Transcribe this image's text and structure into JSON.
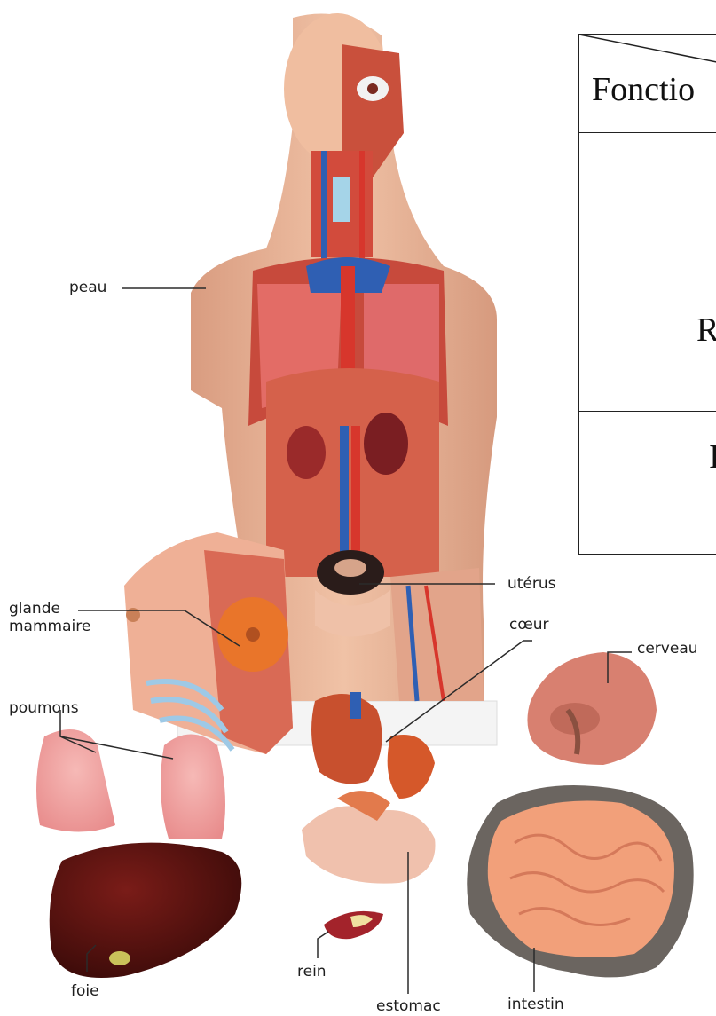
{
  "labels": {
    "peau": "peau",
    "glande_1": "glande",
    "glande_2": "mammaire",
    "poumons": "poumons",
    "foie": "foie",
    "rein": "rein",
    "estomac": "estomac",
    "intestin": "intestin",
    "uterus": "utérus",
    "coeur": "cœur",
    "cerveau": "cerveau"
  },
  "table": {
    "header": "Fonctio",
    "row2": "R",
    "row3": "I"
  },
  "colors": {
    "skin": "#e9b69a",
    "muscle": "#c94a3e",
    "artery": "#d7362c",
    "vein": "#2f5fb3",
    "liver": "#5a1412",
    "lung": "#f0a0a0",
    "intestine": "#f2a07a",
    "colon": "#6b6560"
  }
}
